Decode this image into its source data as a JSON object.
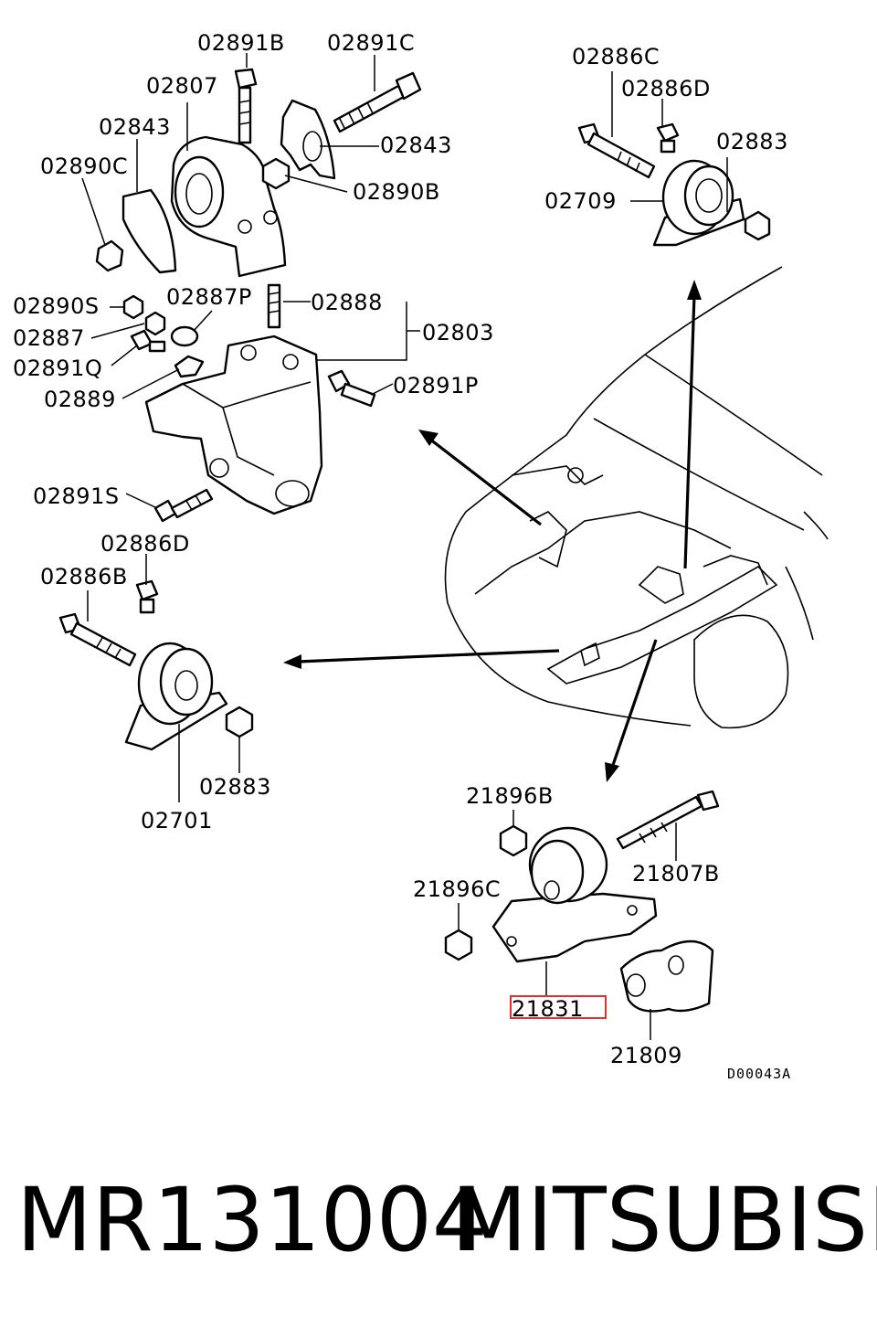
{
  "diagram": {
    "labels": {
      "p02891B": "02891B",
      "p02891C": "02891C",
      "p02807": "02807",
      "p02843a": "02843",
      "p02843b": "02843",
      "p02890C": "02890C",
      "p02890B": "02890B",
      "p02886C": "02886C",
      "p02886Da": "02886D",
      "p02883a": "02883",
      "p02709": "02709",
      "p02890S": "02890S",
      "p02887P": "02887P",
      "p02888": "02888",
      "p02803": "02803",
      "p02887": "02887",
      "p02891Q": "02891Q",
      "p02889": "02889",
      "p02891P": "02891P",
      "p02891S": "02891S",
      "p02886Db": "02886D",
      "p02886B": "02886B",
      "p02883b": "02883",
      "p02701": "02701",
      "p21896B": "21896B",
      "p21807B": "21807B",
      "p21896C": "21896C",
      "p21831": "21831",
      "p21809": "21809"
    },
    "highlighted_part": "21831",
    "highlight_color": "#e03030",
    "reference_code": "D00043A"
  },
  "caption": {
    "part_number": "MR131004",
    "brand": "MITSUBISHI"
  }
}
